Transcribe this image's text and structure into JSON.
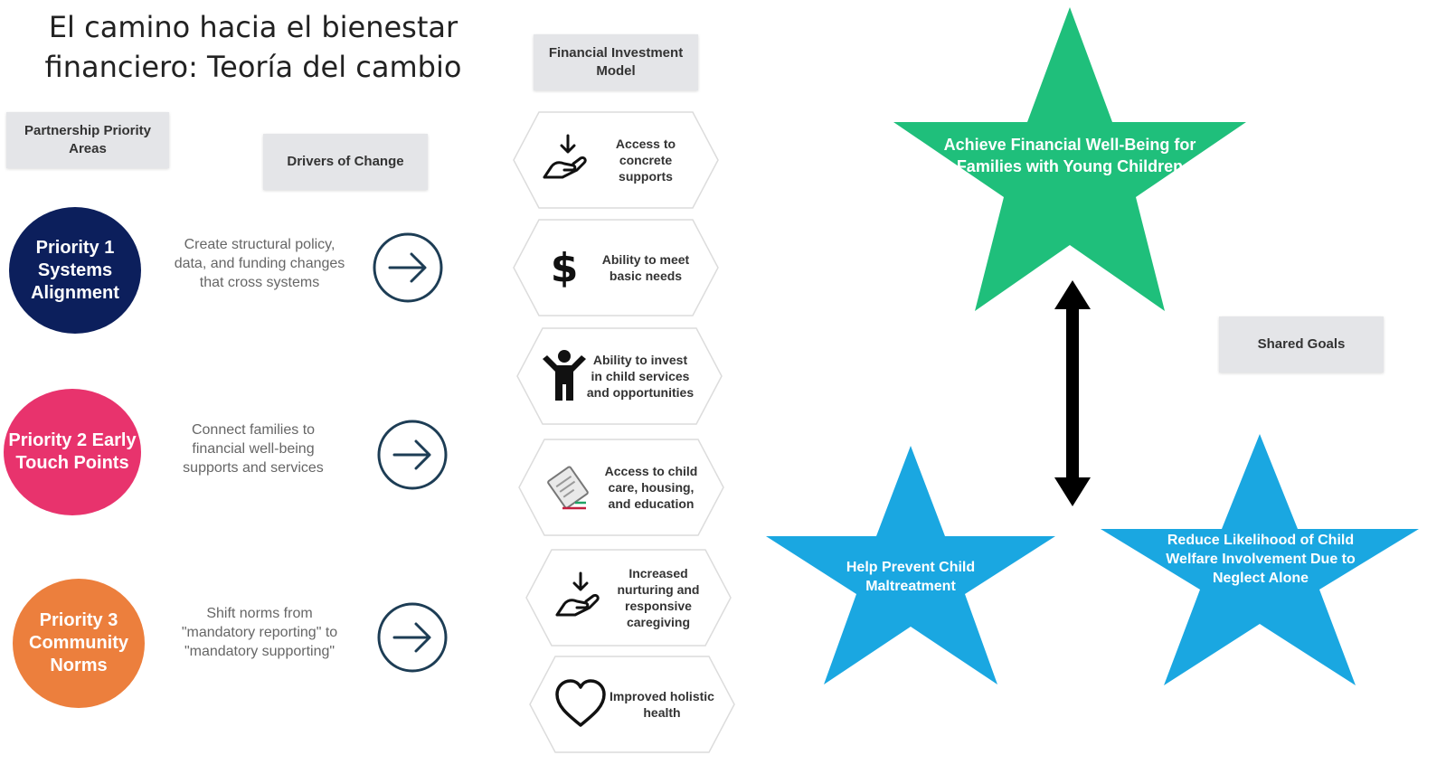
{
  "title": {
    "line1": "El camino hacia el bienestar",
    "line2": "financiero: Teoría del cambio"
  },
  "headers": {
    "partnership": "Partnership Priority Areas",
    "drivers": "Drivers of Change",
    "investment": "Financial Investment Model",
    "shared_goals": "Shared Goals"
  },
  "priorities": [
    {
      "label": "Priority 1 Systems Alignment",
      "color": "#0c1f5c",
      "driver": "Create structural policy, data, and funding changes that cross systems"
    },
    {
      "label": "Priority 2 Early Touch Points",
      "color": "#e8336d",
      "driver": "Connect families to financial well-being supports and services"
    },
    {
      "label": "Priority 3 Community Norms",
      "color": "#ec7f3d",
      "driver": "Shift norms from \"mandatory reporting\" to \"mandatory supporting\""
    }
  ],
  "investment_items": [
    {
      "label": "Access to concrete supports",
      "icon": "hand-receive-icon"
    },
    {
      "label": "Ability to meet basic needs",
      "icon": "dollar-icon"
    },
    {
      "label": "Ability to invest in child services and opportunities",
      "icon": "child-icon"
    },
    {
      "label": "Access to child care, housing, and education",
      "icon": "document-icon"
    },
    {
      "label": "Increased nurturing and responsive caregiving",
      "icon": "hand-receive-icon"
    },
    {
      "label": "Improved holistic health",
      "icon": "heart-icon"
    }
  ],
  "goals": {
    "main": "Achieve Financial Well-Being for Families with Young Children",
    "left": "Help Prevent Child Maltreatment",
    "right": "Reduce Likelihood of Child Welfare Involvement Due to Neglect Alone"
  },
  "colors": {
    "green_star": "#1fbf7b",
    "blue_star": "#1aa7e1",
    "arrow_circle": "#1d3d55"
  }
}
